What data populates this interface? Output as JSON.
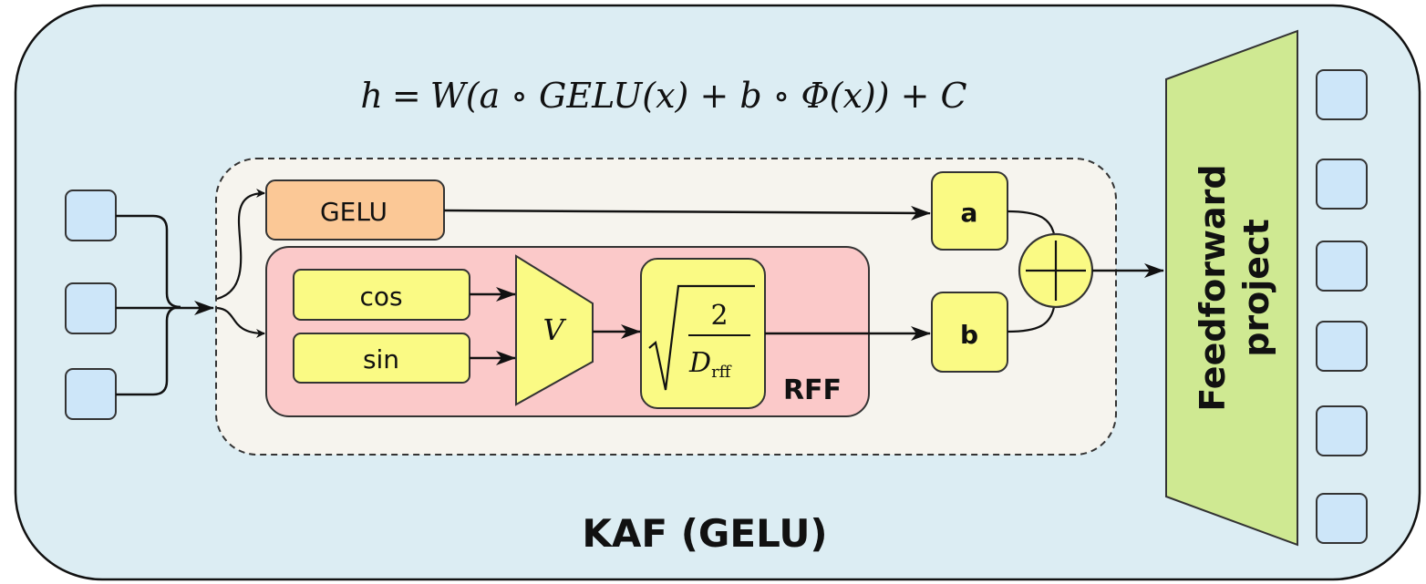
{
  "formula": {
    "h": "h",
    "eq": "=",
    "rest": "W(a ∘ GELU(x) + b ∘ Φ(x)) + C"
  },
  "blocks": {
    "gelu": "GELU",
    "cos": "cos",
    "sin": "sin",
    "v": "V",
    "a": "a",
    "b": "b",
    "rff": "RFF",
    "sqrt_num": "2",
    "sqrt_den_main": "D",
    "sqrt_den_sub": "rff"
  },
  "feedforward": {
    "line1": "Feedforward",
    "line2": "project"
  },
  "title": "KAF (GELU)",
  "colors": {
    "outer_bg": "#dcedf3",
    "inner_bg": "#f6f4ee",
    "gelu_fill": "#fbc896",
    "rff_fill": "#fbc9c9",
    "yellow": "#fafa84",
    "green": "#cfe992",
    "node_fill": "#cde6f9"
  },
  "counts": {
    "input_nodes": 3,
    "output_nodes": 6
  }
}
